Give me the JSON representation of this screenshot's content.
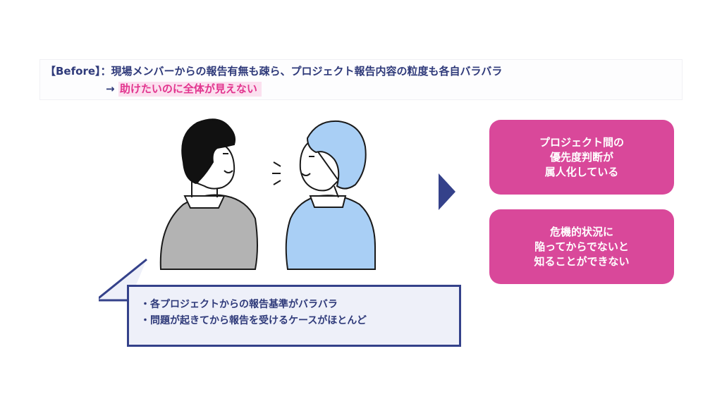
{
  "header": {
    "line1": "【Before】：現場メンバーからの報告有無も疎ら、プロジェクト報告内容の粒度も各自バラバラ",
    "arrow": "→",
    "highlight": "助けたいのに全体が見えない"
  },
  "cards": [
    {
      "lines": [
        "プロジェクト間の",
        "優先度判断が",
        "属人化している"
      ]
    },
    {
      "lines": [
        "危機的状況に",
        "陥ってからでないと",
        "知ることができない"
      ]
    }
  ],
  "speech": {
    "bullets": [
      "・各プロジェクトからの報告基準がバラバラ",
      "・問題が起きてから報告を受けるケースがほとんど"
    ]
  },
  "colors": {
    "navy": "#2f3a7a",
    "pink": "#d9489a",
    "highlight_text": "#e2348e",
    "highlight_bg": "#fbe0ef",
    "person_left_shirt": "#b3b3b3",
    "person_right_shirt": "#a9cff5"
  },
  "icons": {
    "arrow": "right-triangle-icon",
    "speech_marks": "speech-lines-icon"
  }
}
